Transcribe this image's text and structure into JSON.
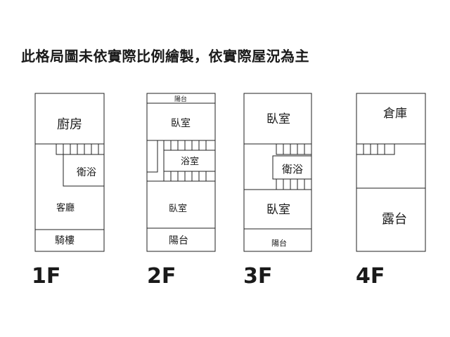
{
  "note": "此格局圖未依實際比例繪製，依實際屋況為主",
  "floors": [
    {
      "label": "1F",
      "rooms": {
        "kitchen": "廚房",
        "bath": "衛浴",
        "living": "客廳",
        "arcade": "騎樓"
      }
    },
    {
      "label": "2F",
      "rooms": {
        "balcony_top": "陽台",
        "bedroom_top": "臥室",
        "bath": "浴室",
        "bedroom_bottom": "臥室",
        "balcony_bottom": "陽台"
      }
    },
    {
      "label": "3F",
      "rooms": {
        "bedroom_top": "臥室",
        "bath": "衛浴",
        "bedroom_bottom": "臥室",
        "balcony": "陽台"
      }
    },
    {
      "label": "4F",
      "rooms": {
        "storage": "倉庫",
        "terrace": "露台"
      }
    }
  ]
}
